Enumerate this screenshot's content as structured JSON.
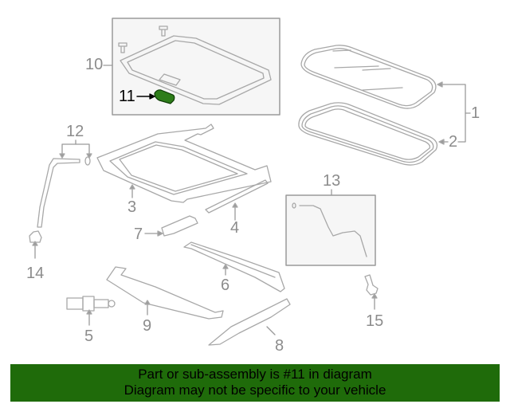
{
  "diagram": {
    "title": "Sunroof assembly parts diagram",
    "highlight_color": "#2e7d1a",
    "line_color": "#a0a0a0",
    "callouts": [
      {
        "id": "1",
        "label": "1",
        "part": "sunroof-glass-assembly"
      },
      {
        "id": "2",
        "label": "2",
        "part": "glass-weatherstrip"
      },
      {
        "id": "3",
        "label": "3",
        "part": "sunroof-frame"
      },
      {
        "id": "4",
        "label": "4",
        "part": "deflector-strip"
      },
      {
        "id": "5",
        "label": "5",
        "part": "motor"
      },
      {
        "id": "6",
        "label": "6",
        "part": "rear-rail"
      },
      {
        "id": "7",
        "label": "7",
        "part": "bracket"
      },
      {
        "id": "8",
        "label": "8",
        "part": "guide-rail"
      },
      {
        "id": "9",
        "label": "9",
        "part": "drive-cable"
      },
      {
        "id": "10",
        "label": "10",
        "part": "sunshade-panel"
      },
      {
        "id": "11",
        "label": "11",
        "part": "sunshade-handle",
        "highlighted": true
      },
      {
        "id": "12",
        "label": "12",
        "part": "drain-hose-and-clip"
      },
      {
        "id": "13",
        "label": "13",
        "part": "rear-drain-hose"
      },
      {
        "id": "14",
        "label": "14",
        "part": "drain-hose-end"
      },
      {
        "id": "15",
        "label": "15",
        "part": "hose-elbow"
      }
    ]
  },
  "banner": {
    "line1": "Part or sub-assembly is #11 in diagram",
    "line2": "Diagram may not be specific to your vehicle",
    "background": "#1f6b0a"
  }
}
